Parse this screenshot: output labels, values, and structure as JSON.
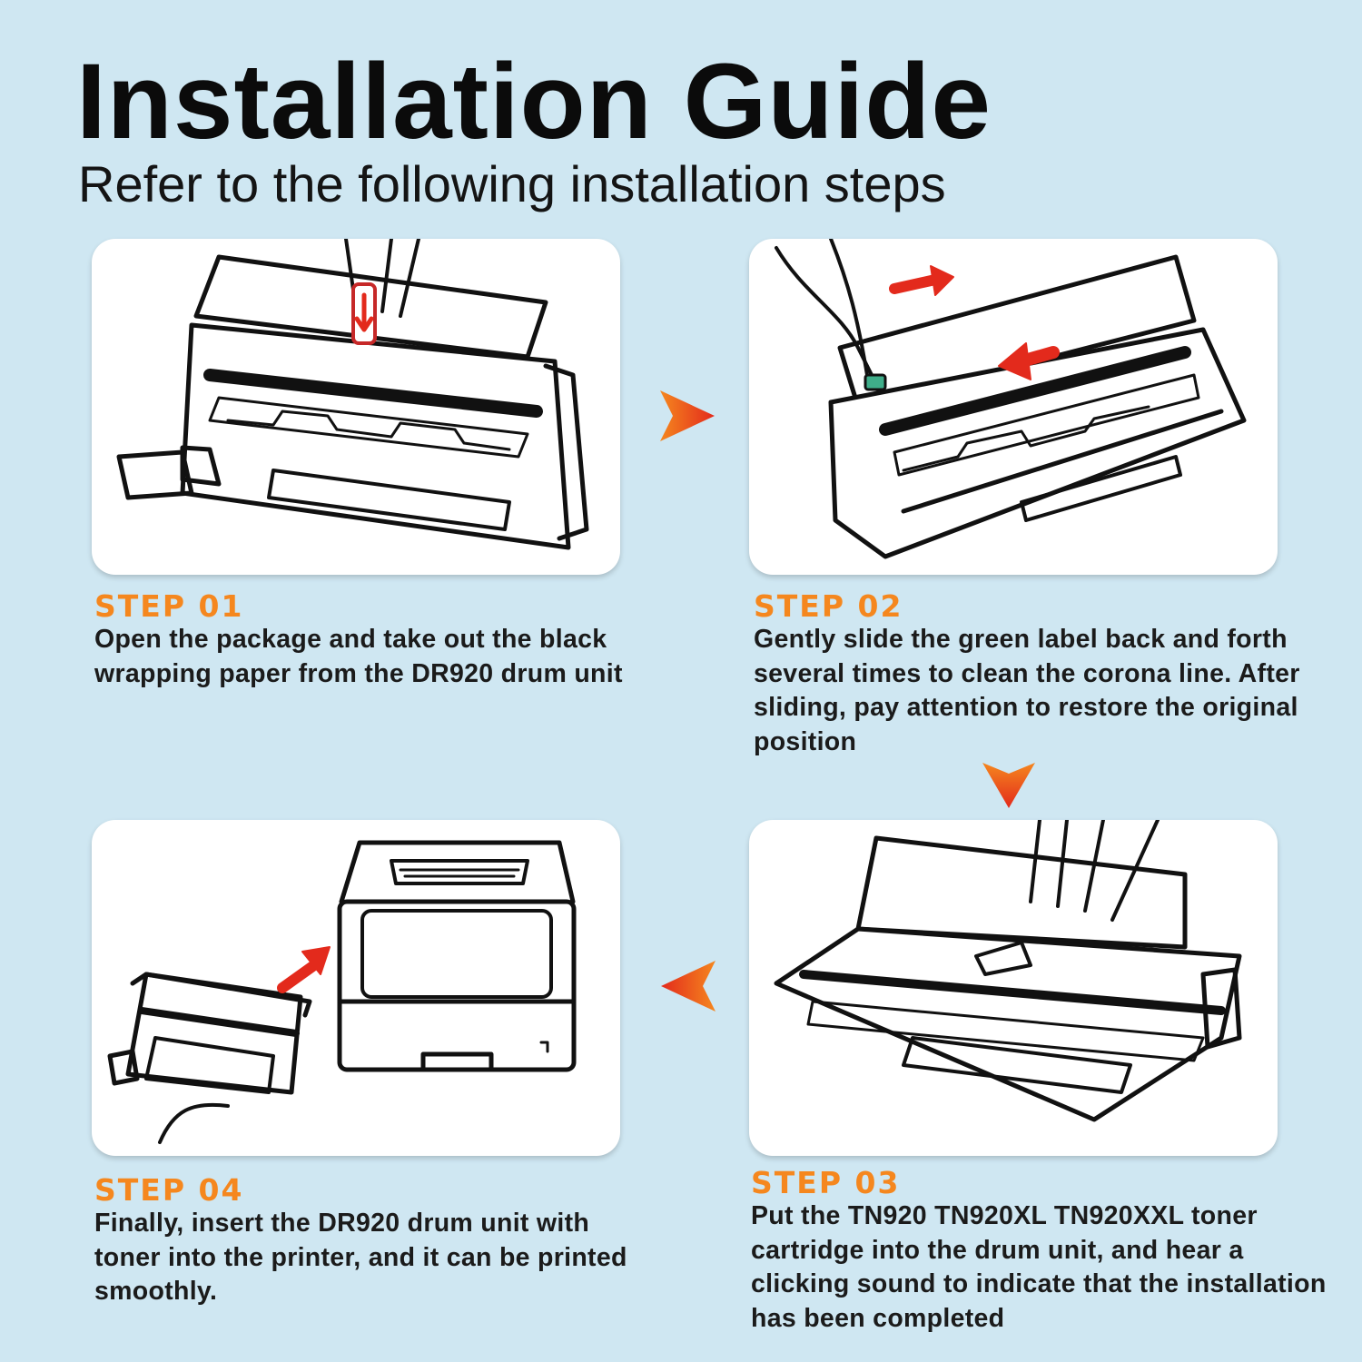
{
  "header": {
    "title": "Installation Guide",
    "subtitle": "Refer to the following installation steps"
  },
  "steps": [
    {
      "label": "STEP 01",
      "text": "Open the package and take out the black wrapping paper from the DR920 drum unit",
      "illustration": "hand-pulling-wrapping-paper-from-drum-unit"
    },
    {
      "label": "STEP 02",
      "text": "Gently slide the green label back and forth several times to clean the corona line. After sliding, pay attention to restore the original position",
      "illustration": "finger-sliding-green-label-on-drum-unit"
    },
    {
      "label": "STEP 03",
      "text": "Put the TN920 TN920XL TN920XXL toner cartridge into the drum unit, and hear a clicking sound to indicate that the installation has been completed",
      "illustration": "hands-inserting-toner-into-drum-unit"
    },
    {
      "label": "STEP 04",
      "text": "Finally, insert the DR920 drum unit with toner into the printer, and it can be printed smoothly.",
      "illustration": "drum-unit-inserted-into-printer"
    }
  ],
  "colors": {
    "background": "#cfe7f2",
    "step_label": "#f5871e",
    "flow_arrow": "#e8401a",
    "green_label": "#3fae8a",
    "red_arrow": "#e32a1c"
  }
}
